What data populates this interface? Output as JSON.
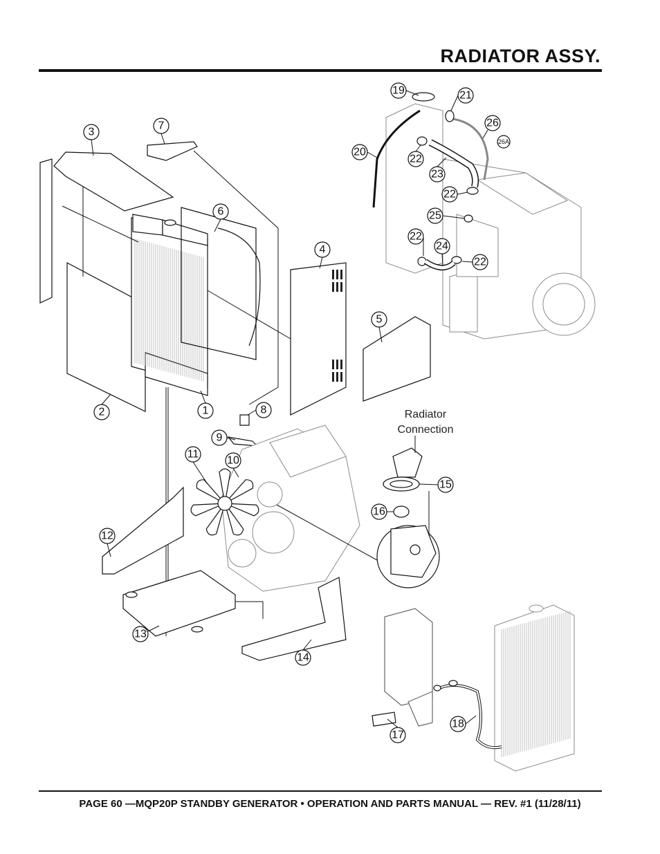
{
  "page": {
    "title": "RADIATOR ASSY.",
    "footer": "PAGE 60 —MQP20P STANDBY GENERATOR • OPERATION AND PARTS MANUAL — REV. #1 (11/28/11)"
  },
  "diagram": {
    "annotation_line1": "Radiator",
    "annotation_line2": "Connection",
    "callouts": [
      "1",
      "2",
      "3",
      "4",
      "5",
      "6",
      "7",
      "8",
      "9",
      "10",
      "11",
      "12",
      "13",
      "14",
      "15",
      "16",
      "17",
      "18",
      "19",
      "20",
      "21",
      "22",
      "22",
      "22",
      "22",
      "23",
      "24",
      "25",
      "26",
      "26A"
    ]
  }
}
